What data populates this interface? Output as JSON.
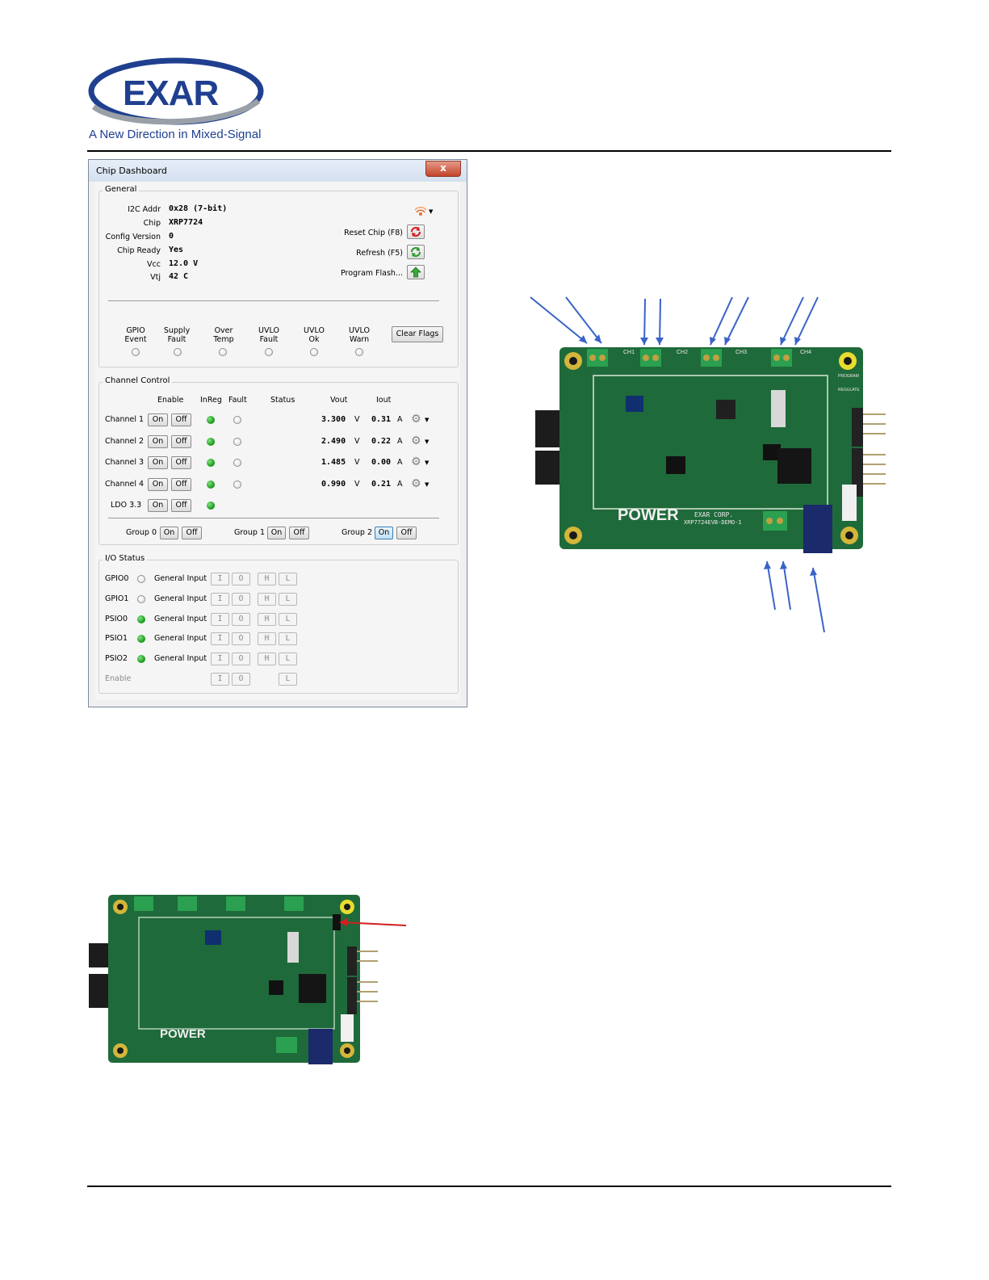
{
  "header": {
    "logo_text": "EXAR",
    "tagline": "A New Direction in Mixed-Signal"
  },
  "window": {
    "title": "Chip Dashboard",
    "close_glyph": "x",
    "general": {
      "title": "General",
      "fields": [
        {
          "label": "I2C Addr",
          "value": "0x28 (7-bit)"
        },
        {
          "label": "Chip",
          "value": "XRP7724"
        },
        {
          "label": "Config Version",
          "value": "0"
        },
        {
          "label": "Chip Ready",
          "value": "Yes"
        },
        {
          "label": "Vcc",
          "value": "12.0 V"
        },
        {
          "label": "Vtj",
          "value": "42 C"
        }
      ],
      "actions": {
        "reset": "Reset Chip (F8)",
        "refresh": "Refresh (F5)",
        "program": "Program Flash..."
      },
      "flags": [
        {
          "line1": "GPIO",
          "line2": "Event"
        },
        {
          "line1": "Supply",
          "line2": "Fault"
        },
        {
          "line1": "Over",
          "line2": "Temp"
        },
        {
          "line1": "UVLO",
          "line2": "Fault"
        },
        {
          "line1": "UVLO",
          "line2": "Ok"
        },
        {
          "line1": "UVLO",
          "line2": "Warn"
        }
      ],
      "clear_flags": "Clear Flags"
    },
    "channel_control": {
      "title": "Channel Control",
      "headers": {
        "enable": "Enable",
        "inreg": "InReg",
        "fault": "Fault",
        "status": "Status",
        "vout": "Vout",
        "iout": "Iout"
      },
      "on_label": "On",
      "off_label": "Off",
      "channels": [
        {
          "name": "Channel 1",
          "vout": "3.300",
          "vunit": "V",
          "iout": "0.31",
          "iunit": "A"
        },
        {
          "name": "Channel 2",
          "vout": "2.490",
          "vunit": "V",
          "iout": "0.22",
          "iunit": "A"
        },
        {
          "name": "Channel 3",
          "vout": "1.485",
          "vunit": "V",
          "iout": "0.00",
          "iunit": "A"
        },
        {
          "name": "Channel 4",
          "vout": "0.990",
          "vunit": "V",
          "iout": "0.21",
          "iunit": "A"
        }
      ],
      "ldo": {
        "name": "LDO 3.3"
      },
      "groups": [
        "Group 0",
        "Group 1",
        "Group 2"
      ]
    },
    "io_status": {
      "title": "I/O Status",
      "mode_label": "General Input",
      "btn_i": "I",
      "btn_o": "O",
      "btn_h": "H",
      "btn_l": "L",
      "pins": [
        {
          "name": "GPIO0",
          "active": false
        },
        {
          "name": "GPIO1",
          "active": false
        },
        {
          "name": "PSIO0",
          "active": true
        },
        {
          "name": "PSIO1",
          "active": true
        },
        {
          "name": "PSIO2",
          "active": true
        }
      ],
      "enable_label": "Enable"
    }
  },
  "board": {
    "silkscreen_brand": "POWER",
    "silkscreen_part": "XRP7724EVB-DEMO-1",
    "silkscreen_corp": "EXAR CORP.",
    "channel_labels": [
      "CH1",
      "CH2",
      "CH3",
      "CH4"
    ],
    "header_labels": [
      "PROGRAM",
      "REGULATE"
    ]
  },
  "colors": {
    "accent_blue": "#1f3f8f",
    "led_green": "#1c9a1c",
    "arrow_blue": "#3a63c8",
    "arrow_red": "#d02020",
    "pcb_green": "#1f6a3a"
  }
}
